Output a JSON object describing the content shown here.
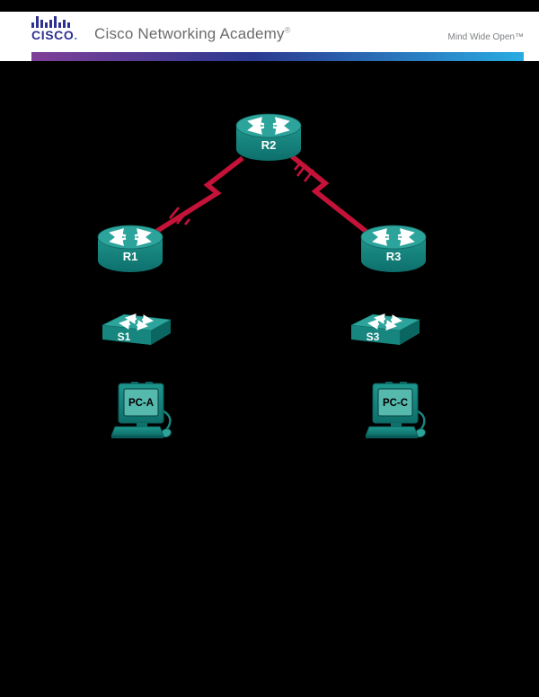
{
  "header": {
    "logo": {
      "text": "CISCO",
      "trademark_dot": ".",
      "color": "#2E3192"
    },
    "academy_text": "Cisco Networking Academy",
    "registered_mark": "®",
    "tagline": "Mind Wide Open™",
    "colors": {
      "band_bg": "#FFFFFF",
      "academy_gray": "#6A6B6D",
      "tagline_gray": "#7D7F82",
      "gradient_left": "#7F3F98",
      "gradient_mid": "#2B3990",
      "gradient_right": "#29ABE2"
    }
  },
  "topology": {
    "background": "#000000",
    "link_color": "#C41239",
    "device_colors": {
      "top_face": "#2DA49B",
      "body": "#17867F",
      "dark_face": "#0B6662",
      "screen": "#56B9AE",
      "label_light": "#FFFFFF",
      "label_dark": "#000000"
    },
    "devices": [
      {
        "id": "R2",
        "type": "router",
        "label": "R2"
      },
      {
        "id": "R1",
        "type": "router",
        "label": "R1"
      },
      {
        "id": "R3",
        "type": "router",
        "label": "R3"
      },
      {
        "id": "S1",
        "type": "switch",
        "label": "S1"
      },
      {
        "id": "S3",
        "type": "switch",
        "label": "S3"
      },
      {
        "id": "PC-A",
        "type": "pc",
        "label": "PC-A"
      },
      {
        "id": "PC-C",
        "type": "pc",
        "label": "PC-C"
      }
    ],
    "links": [
      {
        "from": "R1",
        "to": "R2",
        "type": "serial-lightning"
      },
      {
        "from": "R2",
        "to": "R3",
        "type": "serial-lightning"
      }
    ]
  }
}
